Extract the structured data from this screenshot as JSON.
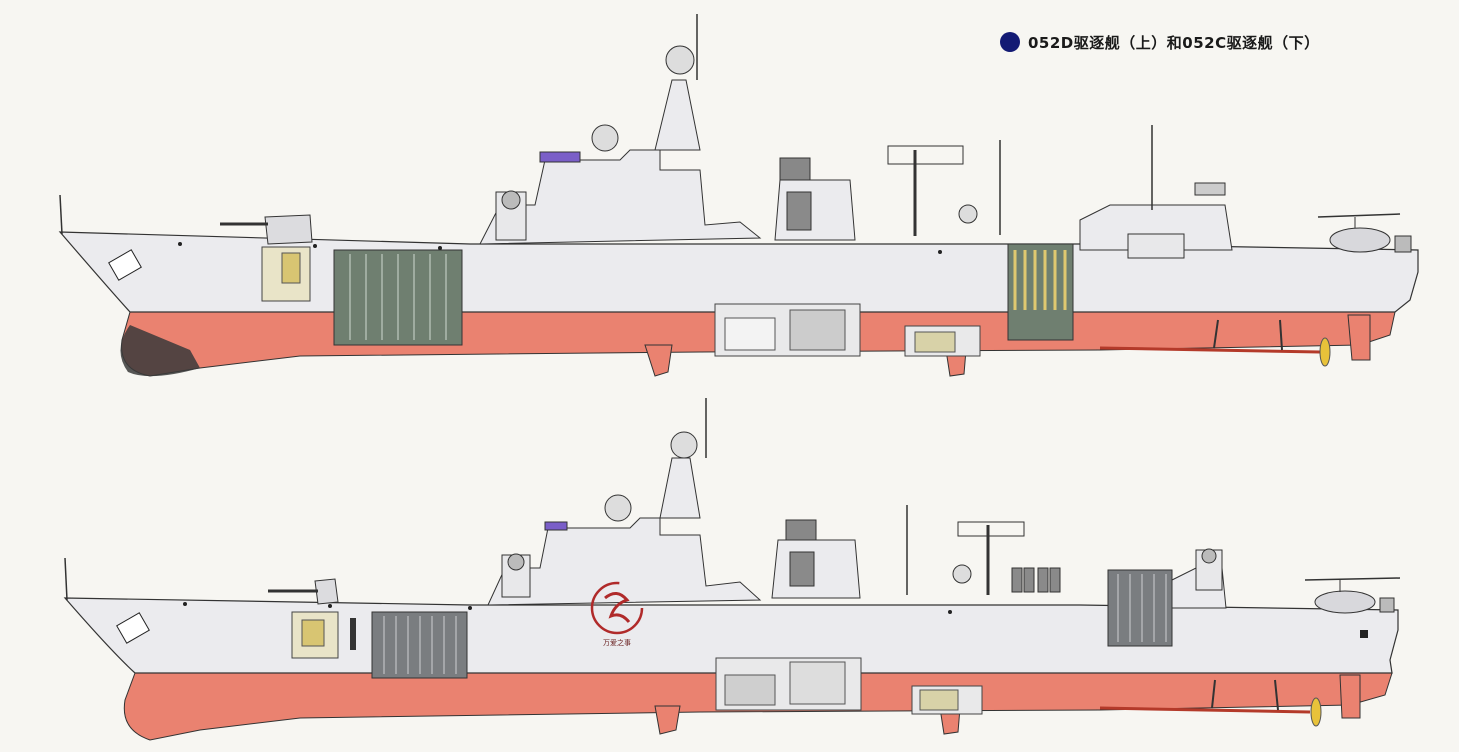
{
  "caption": {
    "text": "052D驱逐舰（上）和052C驱逐舰（下）",
    "marker_color": "#131a74"
  },
  "figures": [
    {
      "id": "upper",
      "label": "052D"
    },
    {
      "id": "lower",
      "label": "052C"
    }
  ],
  "watermark": {
    "text": "万爱之事",
    "color": "#b02a2a"
  },
  "colors": {
    "hull": "#ebebee",
    "underwater_hull": "#ea8270",
    "outline": "#2a2a2a",
    "launcher_cells": "#6f7f70",
    "background": "#f7f6f2"
  }
}
